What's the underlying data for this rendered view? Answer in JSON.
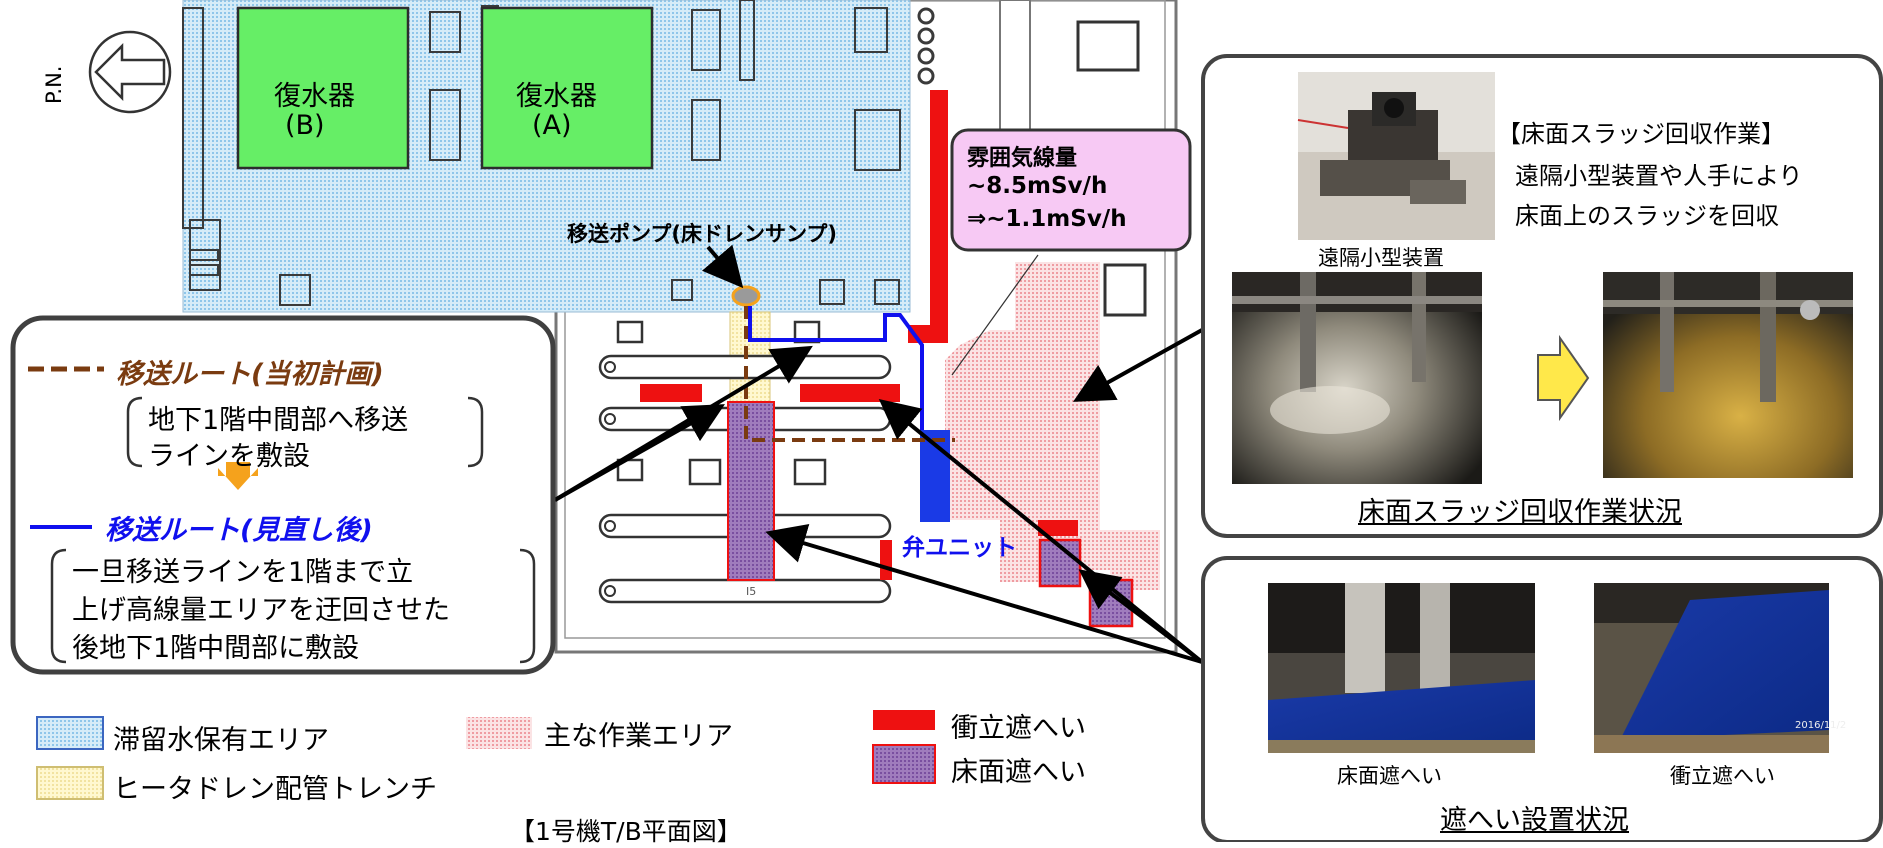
{
  "compass": {
    "label": "P.N."
  },
  "condensers": [
    {
      "name": "復水器",
      "sub": "(B)"
    },
    {
      "name": "復水器",
      "sub": "(A)"
    }
  ],
  "pump_label": "移送ポンプ(床ドレンサンプ)",
  "dose_box": {
    "title": "雰囲気線量",
    "before": "~8.5mSv/h",
    "after": "⇒~1.1mSv/h"
  },
  "valve_unit_label": "弁ユニット",
  "pipe_tag": "I5",
  "route_box": {
    "planned_title": "移送ルート(当初計画)",
    "planned_desc": [
      "地下1階中間部へ移送",
      "ラインを敷設"
    ],
    "revised_title": "移送ルート(見直し後)",
    "revised_desc": [
      "一旦移送ラインを1階まで立",
      "上げ高線量エリアを迂回させた",
      "後地下1階中間部に敷設"
    ]
  },
  "legend": {
    "stagnant_water_area": "滞留水保有エリア",
    "heater_drain_trench": "ヒータドレン配管トレンチ",
    "main_work_area": "主な作業エリア",
    "standing_shield": "衝立遮へい",
    "floor_shield": "床面遮へい"
  },
  "figure_caption": "【1号機T/B平面図】",
  "sludge_panel": {
    "device_caption": "遠隔小型装置",
    "note_title": "【床面スラッジ回収作業】",
    "note_lines": [
      "遠隔小型装置や人手により",
      "床面上のスラッジを回収"
    ],
    "panel_caption": "床面スラッジ回収作業状況"
  },
  "shield_panel": {
    "floor_caption": "床面遮へい",
    "standing_caption": "衝立遮へい",
    "panel_caption": "遮へい設置状況",
    "photo_stamp": "2016/11/2"
  },
  "colors": {
    "water_area": "#cfe6f5",
    "condenser": "#66ee66",
    "trench": "#fff6c4",
    "work_area": "#f6c9cc",
    "standing_shield": "#ee1111",
    "floor_shield": "#9a6fb5",
    "planned_route": "#7a3b10",
    "revised_route": "#1010ee",
    "dose_box_fill": "#f7c9f4",
    "arrow_orange": "#f5a21c"
  }
}
